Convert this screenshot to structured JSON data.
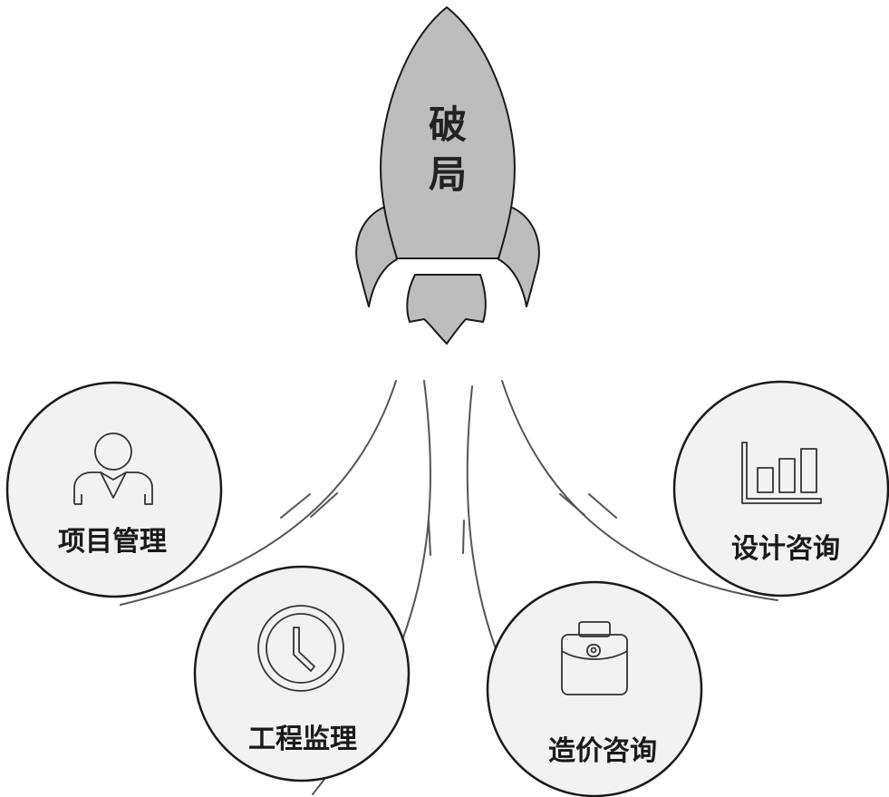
{
  "rocket": {
    "char_1": "破",
    "char_2": "局"
  },
  "nodes": [
    {
      "label": "项目管理",
      "icon": "person-icon"
    },
    {
      "label": "工程监理",
      "icon": "clock-icon"
    },
    {
      "label": "造价咨询",
      "icon": "briefcase-icon"
    },
    {
      "label": "设计咨询",
      "icon": "bar-chart-icon"
    }
  ],
  "colors": {
    "rocket_fill": "#bdbdbd",
    "node_fill": "#f2f2f2",
    "stroke": "#1a1a1a",
    "trail": "#555555"
  }
}
